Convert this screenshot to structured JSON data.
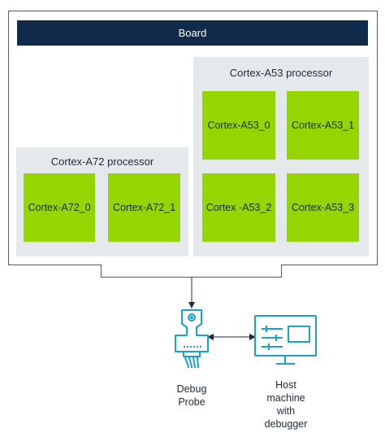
{
  "board": {
    "label": "Board"
  },
  "clusters": {
    "a53": {
      "label": "Cortex-A53 processor",
      "cores": [
        "Cortex-A53_0",
        "Cortex-A53_1",
        "Cortex -A53_2",
        "Cortex-A53_3"
      ]
    },
    "a72": {
      "label": "Cortex-A72 processor",
      "cores": [
        "Cortex-A72_0",
        "Cortex-A72_1"
      ]
    }
  },
  "debug_probe": {
    "label_line1": "Debug",
    "label_line2": "Probe"
  },
  "host": {
    "label_line1": "Host",
    "label_line2": "machine",
    "label_line3": "with",
    "label_line4": "debugger"
  },
  "colors": {
    "board_bar": "#0f2a4b",
    "core_green": "#95d600",
    "cluster_grey": "#e6e9ec",
    "icon_teal": "#1aa3c7"
  },
  "icons": [
    "debug-probe-icon",
    "host-computer-icon"
  ]
}
